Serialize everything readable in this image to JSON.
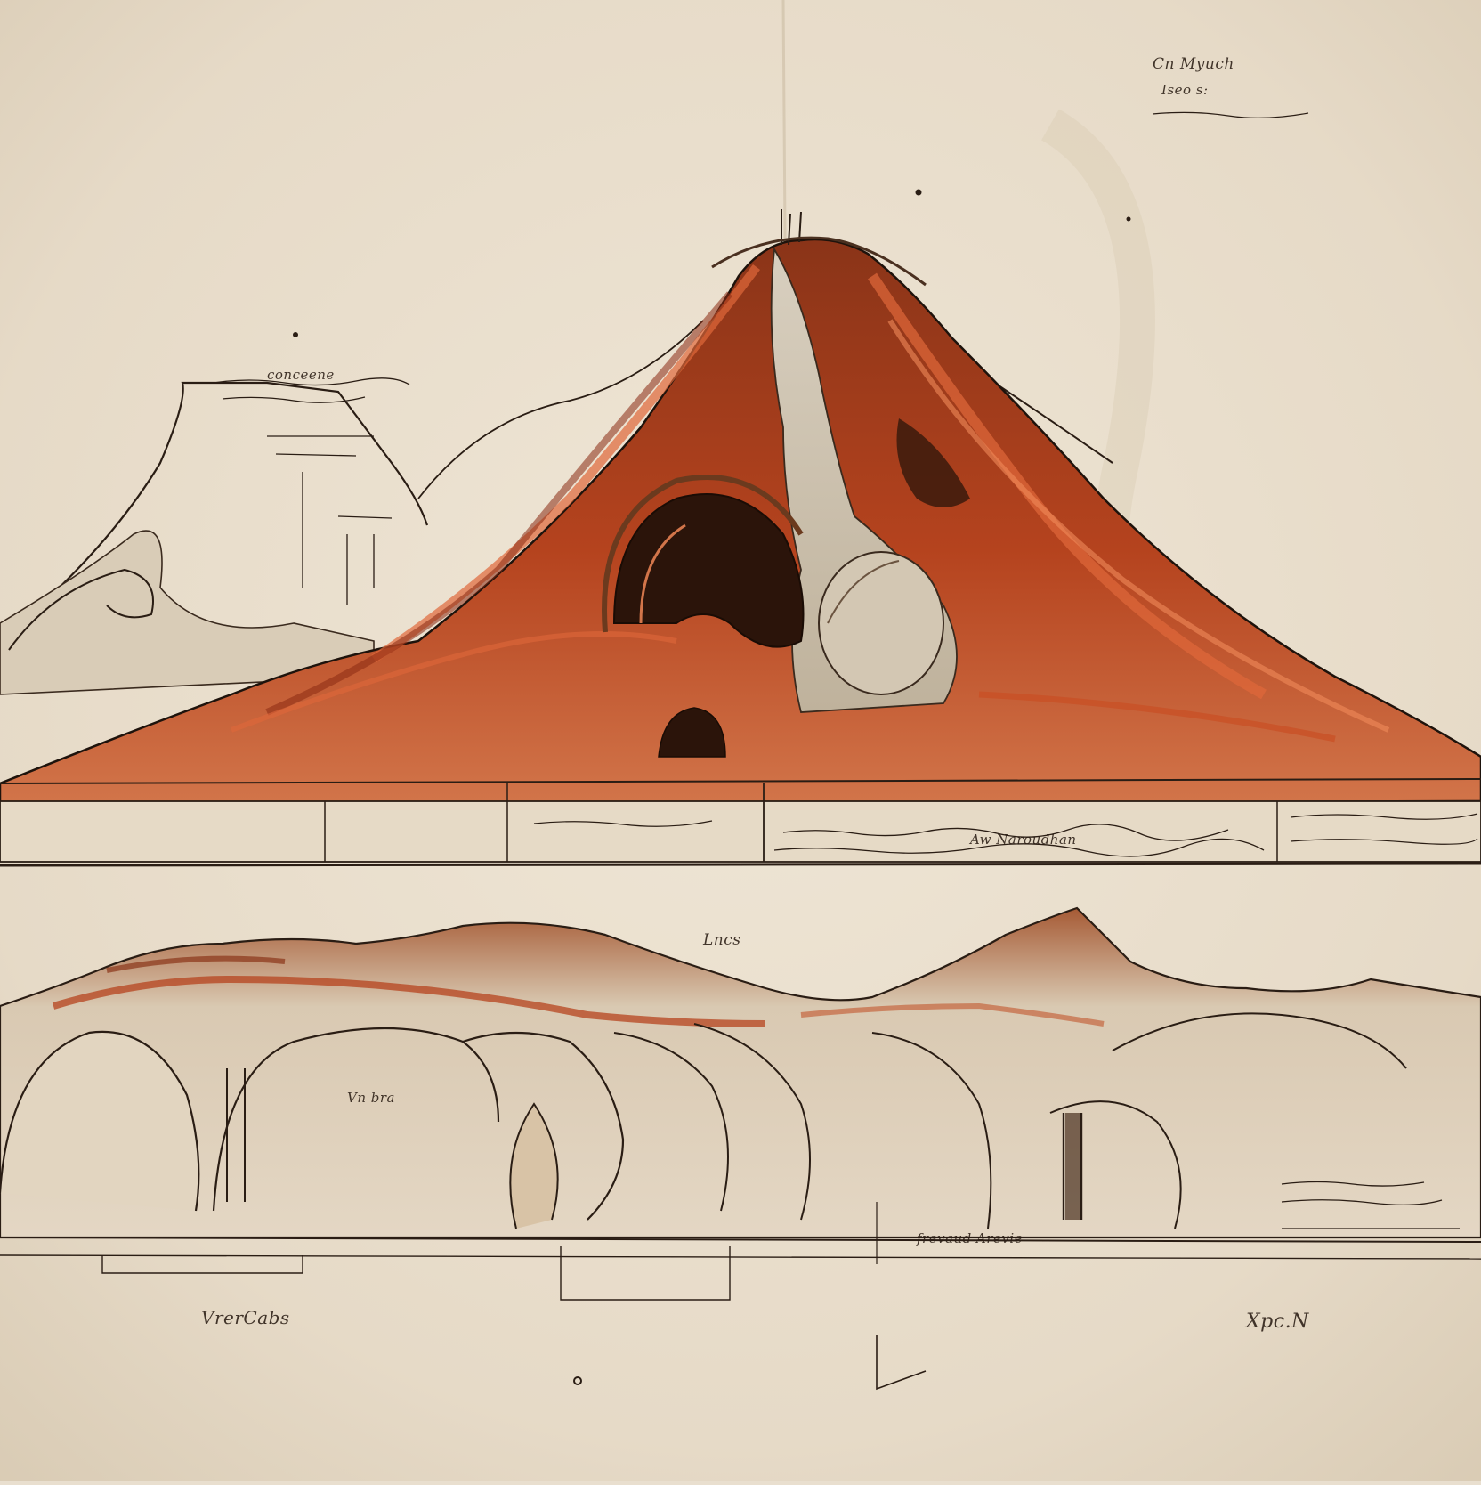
{
  "artwork": {
    "paper_color": "#e9dfcf",
    "ink_color": "#2a1d14",
    "lava_color": "#b5431e",
    "ember_color": "#e0683a",
    "rock_color": "#cfc3b0"
  },
  "labels": {
    "bottom_left": "VrerCabs",
    "bottom_right": "Xpc.N",
    "lower_mid": "Lncs",
    "lower_left": "Vn bra",
    "lower_right_caption": "frevaud Arevie",
    "top_right_line1": "Cn Myuch",
    "top_right_line2": "Iseo s:",
    "left_caption": "conceene",
    "strip_caption": "Aw Naroudhan"
  }
}
